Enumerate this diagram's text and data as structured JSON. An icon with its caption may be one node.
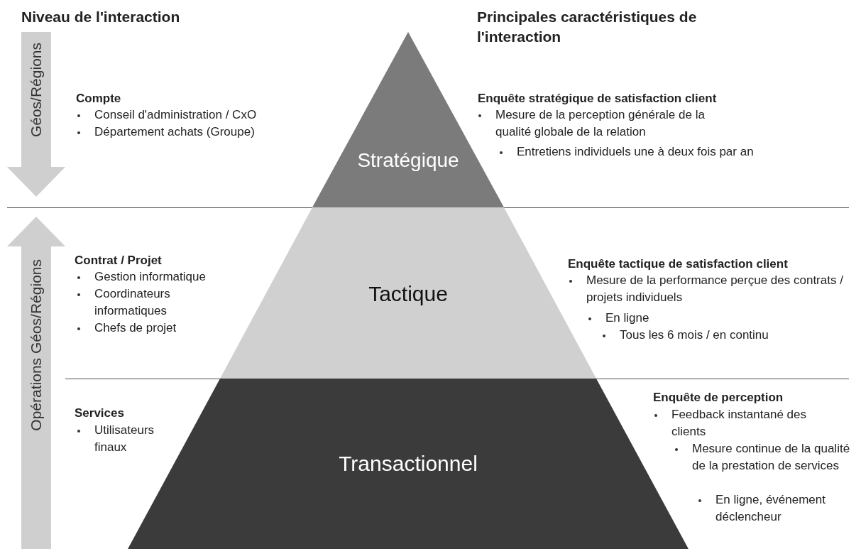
{
  "diagram": {
    "nodes": [
      {
        "text": [
          "Géos/Régions"
        ]
      },
      {
        "text": [
          "Opérations Géos/Régions"
        ]
      },
      {
        "text": [
          "Stratégique"
        ]
      },
      {
        "text": [
          "Tactique"
        ]
      },
      {
        "text": [
          "Transactionnel"
        ]
      }
    ],
    "labels": [
      "Niveau de l'interaction",
      "Principales caractéristiques de l'interaction",
      "Compte",
      "Conseil d'administration / CxO",
      "Département achats (Groupe)",
      "Enquête stratégique de satisfaction client",
      "Mesure de la perception générale de la qualité globale de la relation",
      "Entretiens individuels une à deux fois par an",
      "Contrat / Projet",
      "Gestion informatique",
      "Coordinateurs informatiques",
      "Chefs de projet",
      "Enquête tactique de satisfaction client",
      "Mesure de la performance perçue des contrats / projets individuels",
      "En ligne",
      "Tous les 6 mois / en continu",
      "Services",
      "Utilisateurs finaux",
      "Enquête de perception",
      "Feedback instantané des clients",
      "Mesure continue de la qualité de la prestation de services",
      "En ligne, événement déclencheur"
    ]
  }
}
